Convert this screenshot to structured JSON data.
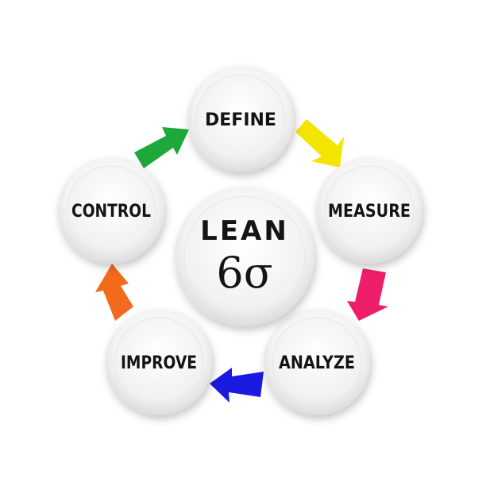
{
  "center": {
    "title": "LEAN",
    "symbol": "6σ"
  },
  "stages": [
    {
      "label": "DEFINE"
    },
    {
      "label": "MEASURE"
    },
    {
      "label": "ANALYZE"
    },
    {
      "label": "IMPROVE"
    },
    {
      "label": "CONTROL"
    }
  ],
  "arrows": [
    {
      "from": "DEFINE",
      "to": "MEASURE",
      "color": "#f2e600"
    },
    {
      "from": "MEASURE",
      "to": "ANALYZE",
      "color": "#ee1e6a"
    },
    {
      "from": "ANALYZE",
      "to": "IMPROVE",
      "color": "#1a1ae0"
    },
    {
      "from": "IMPROVE",
      "to": "CONTROL",
      "color": "#f26a1c"
    },
    {
      "from": "CONTROL",
      "to": "DEFINE",
      "color": "#1fa83a"
    }
  ]
}
